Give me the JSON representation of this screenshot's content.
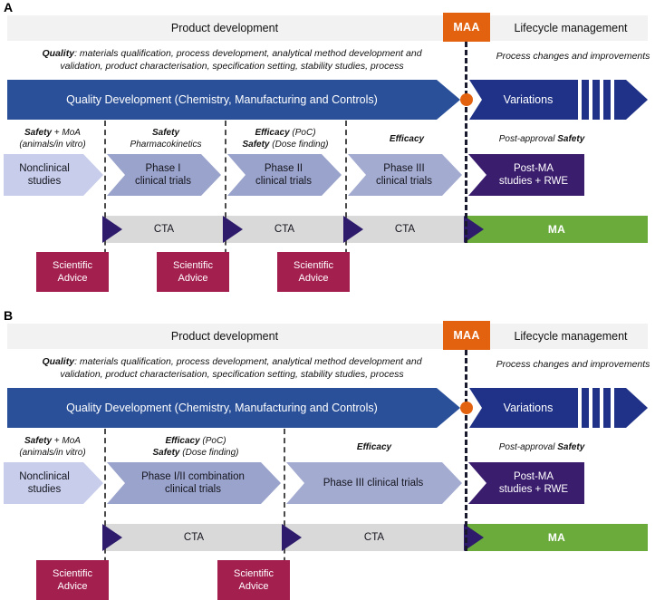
{
  "figure": {
    "panels": [
      {
        "letter": "A",
        "header": {
          "product_development": "Product development",
          "maa": "MAA",
          "lifecycle_management": "Lifecycle management"
        },
        "quality": {
          "caption_bold": "Quality",
          "caption_rest": ": materials qualification, process development, analytical method development and validation, product characterisation, specification setting, stability studies, process",
          "arrow_label": "Quality Development (Chemistry, Manufacturing and Controls)",
          "process_caption": "Process changes and improvements",
          "variations_label": "Variations"
        },
        "phases": [
          {
            "label_html": "<b>Safety</b> + MoA<br>(animals/in vitro)",
            "body": "Nonclinical\nstudies",
            "name": "nonclinical-studies"
          },
          {
            "label_html": "<b>Safety</b><br>Pharmacokinetics",
            "body": "Phase I\nclinical trials",
            "name": "phase-i"
          },
          {
            "label_html": "<b>Efficacy</b> (PoC)<br><b>Safety</b> (Dose finding)",
            "body": "Phase II\nclinical trials",
            "name": "phase-ii"
          },
          {
            "label_html": "<b>Efficacy</b>",
            "body": "Phase III\nclinical trials",
            "name": "phase-iii"
          },
          {
            "label_html": "Post-approval <b>Safety</b>",
            "body": "Post-MA\nstudies + RWE",
            "name": "post-ma"
          }
        ],
        "applications": [
          {
            "label": "CTA"
          },
          {
            "label": "CTA"
          },
          {
            "label": "CTA"
          },
          {
            "label": "MA"
          }
        ],
        "scientific_advice": [
          {
            "label": "Scientific\nAdvice"
          },
          {
            "label": "Scientific\nAdvice"
          },
          {
            "label": "Scientific\nAdvice"
          }
        ]
      },
      {
        "letter": "B",
        "header": {
          "product_development": "Product development",
          "maa": "MAA",
          "lifecycle_management": "Lifecycle management"
        },
        "quality": {
          "caption_bold": "Quality",
          "caption_rest": ": materials qualification, process development, analytical method development and validation, product characterisation, specification setting, stability studies, process",
          "arrow_label": "Quality Development (Chemistry, Manufacturing and Controls)",
          "process_caption": "Process changes and improvements",
          "variations_label": "Variations"
        },
        "phases": [
          {
            "label_html": "<b>Safety</b> + MoA<br>(animals/in vitro)",
            "body": "Nonclinical\nstudies",
            "name": "nonclinical-studies"
          },
          {
            "label_html": "<b>Efficacy</b> (PoC)<br><b>Safety</b> (Dose finding)",
            "body": "Phase I/II combination\nclinical trials",
            "name": "phase-i-ii-combination"
          },
          {
            "label_html": "<b>Efficacy</b>",
            "body": "Phase III clinical trials",
            "name": "phase-iii"
          },
          {
            "label_html": "Post-approval <b>Safety</b>",
            "body": "Post-MA\nstudies + RWE",
            "name": "post-ma"
          }
        ],
        "applications": [
          {
            "label": "CTA"
          },
          {
            "label": "CTA"
          },
          {
            "label": "MA"
          }
        ],
        "scientific_advice": [
          {
            "label": "Scientific\nAdvice"
          },
          {
            "label": "Scientific\nAdvice"
          }
        ]
      }
    ]
  },
  "colors": {
    "header_band": "#f2f2f2",
    "maa_orange": "#e2620f",
    "quality_blue": "#2a5099",
    "variations_navy": "#1f3287",
    "nonclinical_lavender": "#c7cdea",
    "phase_slate": "#9aa3cb",
    "post_ma_purple": "#3b1d6e",
    "cta_grey": "#d9d9d9",
    "ma_green": "#6aab3c",
    "scientific_advice_crimson": "#a31f4e",
    "cta_marker_purple": "#2e1b6b"
  }
}
